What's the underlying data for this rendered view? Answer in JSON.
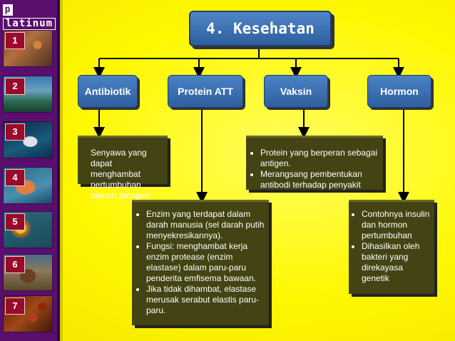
{
  "logo": {
    "mark": "p",
    "text": "latinum"
  },
  "sidebar": {
    "items": [
      {
        "num": "1"
      },
      {
        "num": "2"
      },
      {
        "num": "3"
      },
      {
        "num": "4"
      },
      {
        "num": "5"
      },
      {
        "num": "6"
      },
      {
        "num": "7"
      }
    ]
  },
  "title": "4. Kesehatan",
  "categories": {
    "antibiotik": "Antibiotik",
    "protein": "Protein ATT",
    "vaksin": "Vaksin",
    "hormon": "Hormon"
  },
  "descriptions": {
    "antibiotik": "Senyawa yang dapat menghambat pertumbuhan bakteri patogen",
    "vaksin": [
      "Protein yang berperan sebagai antigen.",
      "Merangsang pembentukan antibodi terhadap penyakit"
    ],
    "protein": [
      "Enzim yang terdapat dalam darah manusia (sel darah putih menyekresikannya).",
      "Fungsi: menghambat kerja enzim protease (enzim elastase) dalam paru-paru penderita emfisema bawaan.",
      "Jika tidak dihambat, elastase merusak serabut elastis paru-paru."
    ],
    "hormon": [
      "Contohnya insulin dan hormon pertumbuhan",
      "Dihasilkan oleh bakteri yang direkayasa genetik"
    ]
  },
  "colors": {
    "background": "#fff700",
    "sidebar": "#5a0e6e",
    "box_blue": "#2e5f9e",
    "box_olive": "#434313"
  }
}
